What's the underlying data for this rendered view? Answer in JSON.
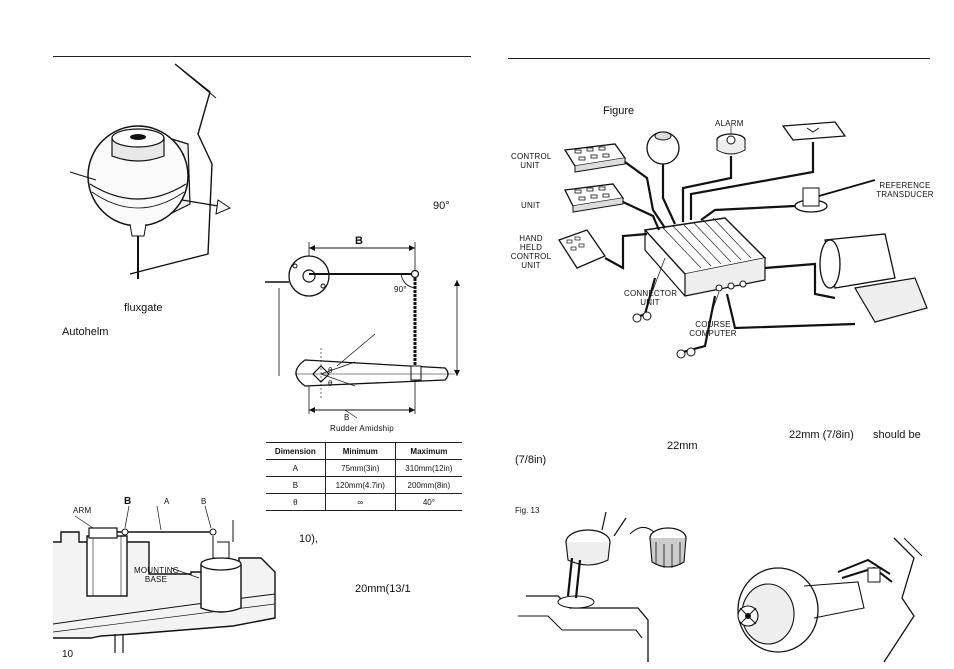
{
  "left_page": {
    "page_number": "10",
    "text_fluxgate": "fluxgate",
    "text_autohelm": "Autohelm",
    "text_90deg": "90°",
    "text_10": "10),",
    "text_20mm": "20mm(13/1"
  },
  "geometry_figure": {
    "label_b_top": "B",
    "label_90": "90°",
    "label_theta_1": "θ",
    "label_theta_2": "θ",
    "label_b_bottom": "B",
    "caption": "Rudder Amidship"
  },
  "dimension_table": {
    "headers": [
      "Dimension",
      "Minimum",
      "Maximum"
    ],
    "rows": [
      [
        "A",
        "75mm(3in)",
        "310mm(12in)"
      ],
      [
        "B",
        "120mm(4.7in)",
        "200mm(8in)"
      ],
      [
        "θ",
        "∞",
        "40°"
      ]
    ]
  },
  "mount_figure": {
    "label_arm": "ARM",
    "label_b1": "B",
    "label_a": "A",
    "label_b2": "B",
    "label_mounting_base": "MOUNTING BASE"
  },
  "right_page": {
    "figure_label": "Figure",
    "system_labels": {
      "control_unit": "CONTROL UNIT",
      "unit": "UNIT",
      "hand_held": "HAND HELD CONTROL UNIT",
      "alarm": "ALARM",
      "reference": "REFERENCE TRANSDUCER",
      "connector": "CONNECTOR UNIT",
      "course_computer": "COURSE COMPUTER"
    },
    "text_22mm_1": "22mm (7/8in)",
    "text_should_be": "should be",
    "text_78in": "(7/8in)",
    "text_22mm_2": "22mm",
    "fig13_label": "Fig. 13"
  }
}
